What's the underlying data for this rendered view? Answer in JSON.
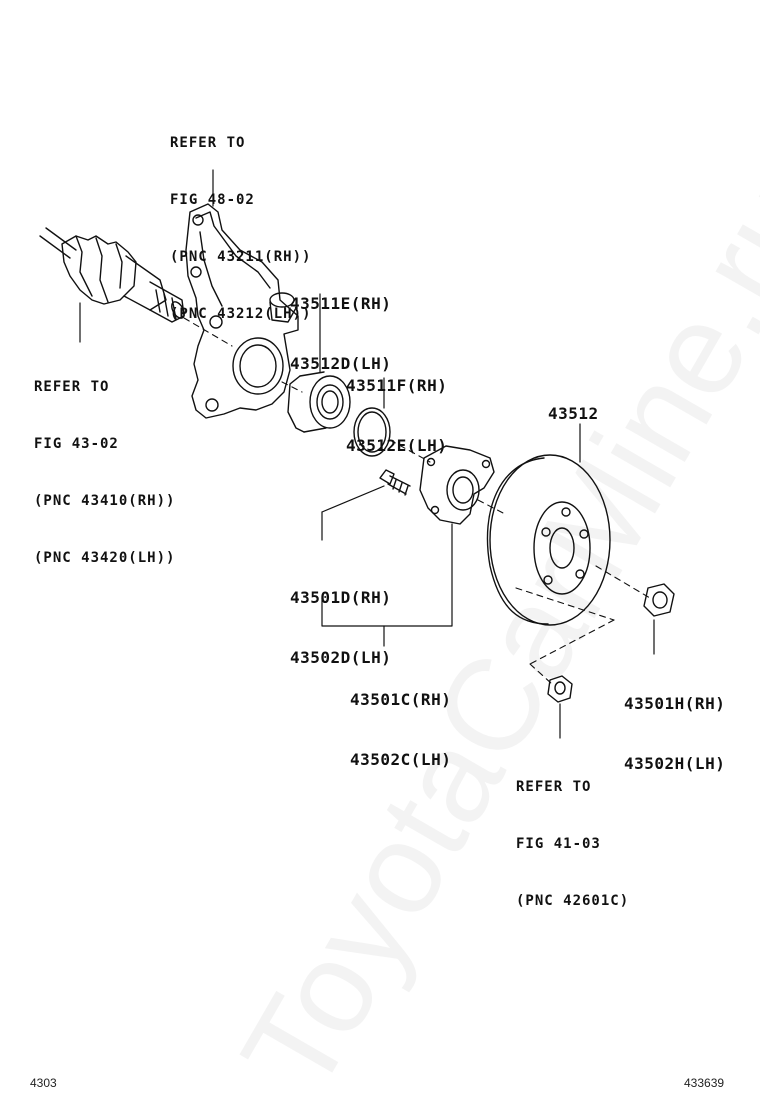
{
  "watermark": "ToyotaCarMine.ru",
  "labels": {
    "refer_top": [
      "REFER TO",
      "FIG 48-02",
      "(PNC 43211(RH))",
      "(PNC 43212(LH))"
    ],
    "refer_left": [
      "REFER TO",
      "FIG 43-02",
      "(PNC 43410(RH))",
      "(PNC 43420(LH))"
    ],
    "refer_bottom": [
      "REFER TO",
      "FIG 41-03",
      "(PNC 42601C)"
    ],
    "bearing": [
      "43511E(RH)",
      "43512D(LH)"
    ],
    "snap_ring": [
      "43511F(RH)",
      "43512E(LH)"
    ],
    "disc": "43512",
    "bolt": [
      "43501D(RH)",
      "43502D(LH)"
    ],
    "hub": [
      "43501C(RH)",
      "43502C(LH)"
    ],
    "nut": [
      "43501H(RH)",
      "43502H(LH)"
    ]
  },
  "footer": {
    "left": "4303",
    "right": "433639"
  }
}
